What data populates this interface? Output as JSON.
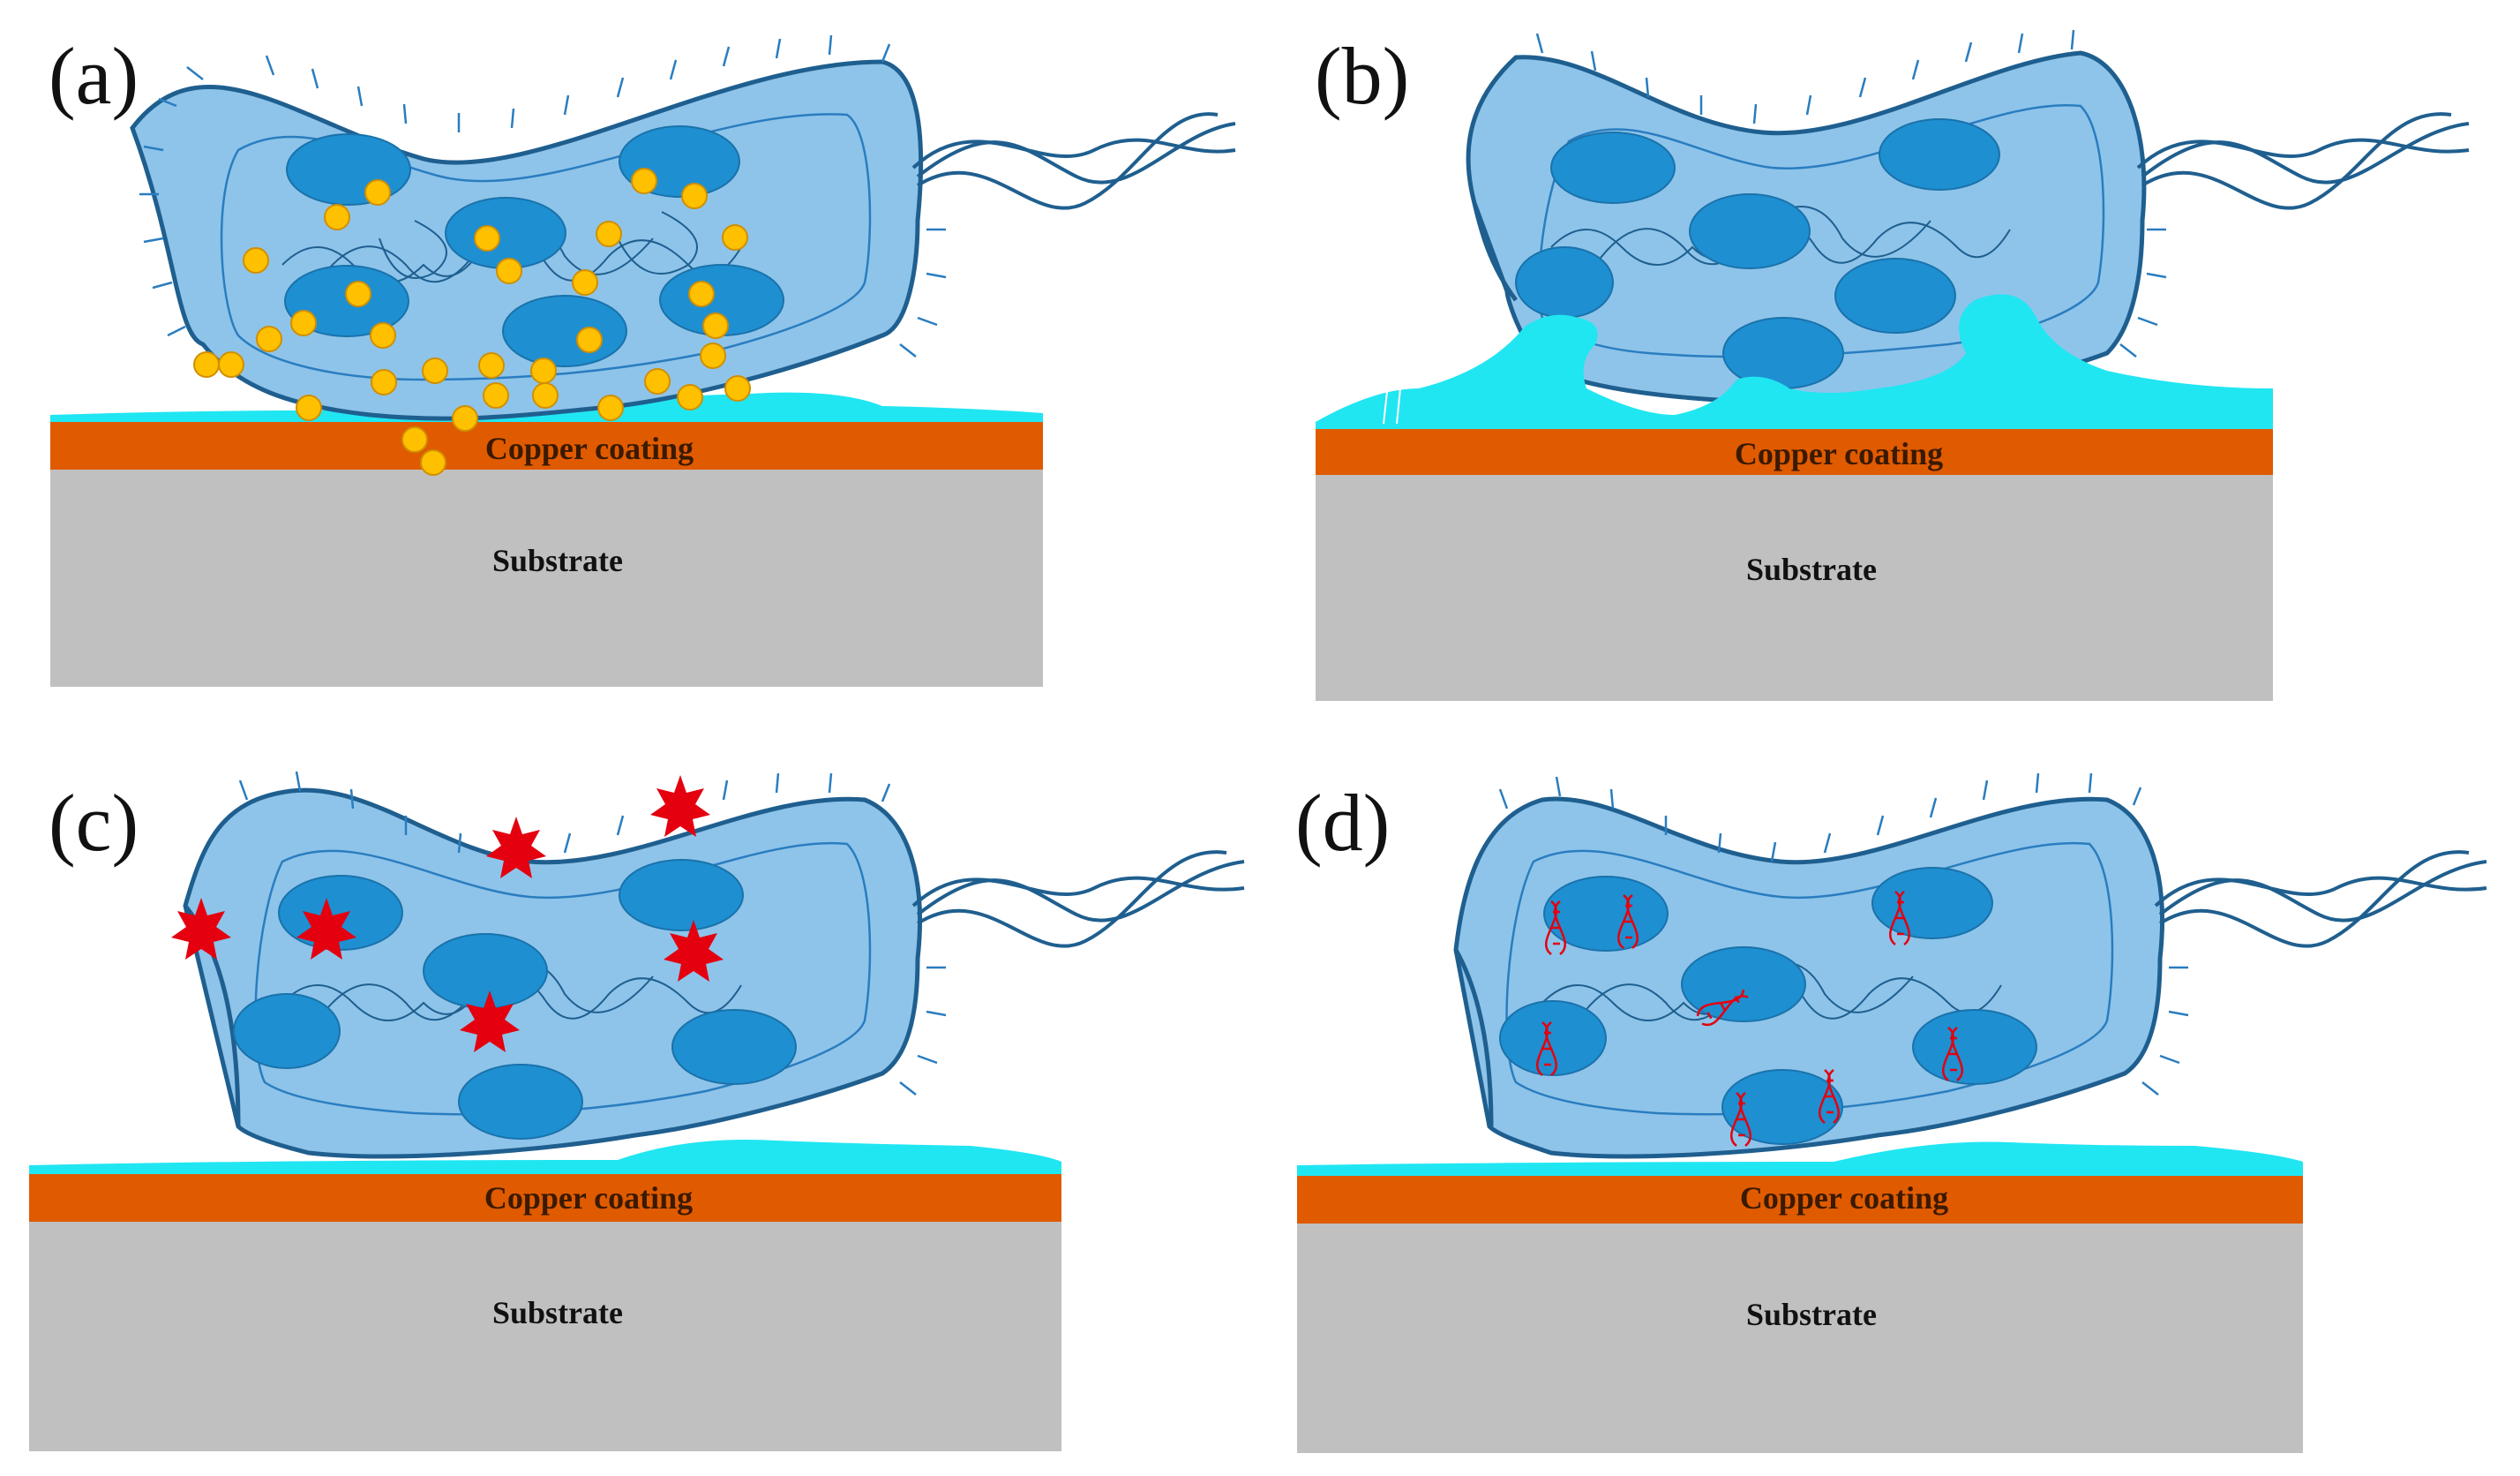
{
  "figure": {
    "panels": [
      {
        "id": "a",
        "label": "(a)",
        "coating_label": "Copper coating",
        "substrate_label": "Substrate",
        "feature": "copper-ions"
      },
      {
        "id": "b",
        "label": "(b)",
        "coating_label": "Copper coating",
        "substrate_label": "Substrate",
        "feature": "membrane-rupture"
      },
      {
        "id": "c",
        "label": "(c)",
        "coating_label": "Copper coating",
        "substrate_label": "Substrate",
        "feature": "reactive-oxygen-species"
      },
      {
        "id": "d",
        "label": "(d)",
        "coating_label": "Copper coating",
        "substrate_label": "Substrate",
        "feature": "dna-damage"
      }
    ],
    "colors": {
      "cell_fill": "#8ec4ea",
      "cell_outline": "#1f5f8f",
      "nucleoid": "#1e8fd1",
      "copper_coating": "#e05a00",
      "substrate": "#c0c0c0",
      "biofilm": "#20e6f2",
      "ion": "#ffc000",
      "ros": "#e4000f",
      "dna": "#e4000f"
    }
  }
}
